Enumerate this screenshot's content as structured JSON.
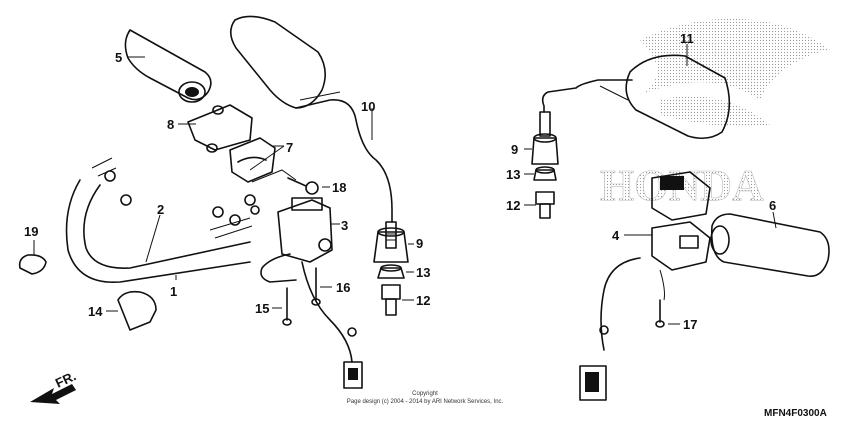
{
  "diagram": {
    "brand_watermark": "HONDA",
    "direction_label": "FR.",
    "copyright_line1": "Copyright",
    "copyright_line2": "Page design (c) 2004 - 2014 by ARI Network Services, Inc.",
    "diagram_code": "MFN4F0300A",
    "callouts": [
      "1",
      "2",
      "3",
      "4",
      "5",
      "6",
      "7",
      "8",
      "9",
      "9",
      "10",
      "11",
      "12",
      "12",
      "13",
      "13",
      "14",
      "15",
      "16",
      "17",
      "18",
      "19"
    ]
  }
}
